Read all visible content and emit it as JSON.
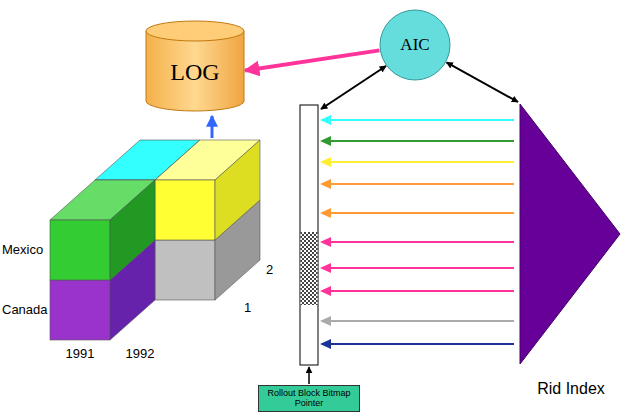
{
  "diagram": {
    "nodes": [
      {
        "text": [
          "LOG"
        ]
      },
      {
        "text": [
          "AIC"
        ]
      },
      {
        "text": [
          "Rid Index"
        ]
      },
      {
        "text": [
          "Rollout Block Bitmap Pointer"
        ]
      }
    ],
    "edges": [
      {
        "from": 1,
        "to": 0,
        "arrow": "to"
      },
      {
        "from": 1,
        "to": 2,
        "arrow": "both"
      }
    ],
    "labels": [
      "Mexico",
      "Canada",
      "1991",
      "1992",
      "2",
      "1"
    ]
  }
}
